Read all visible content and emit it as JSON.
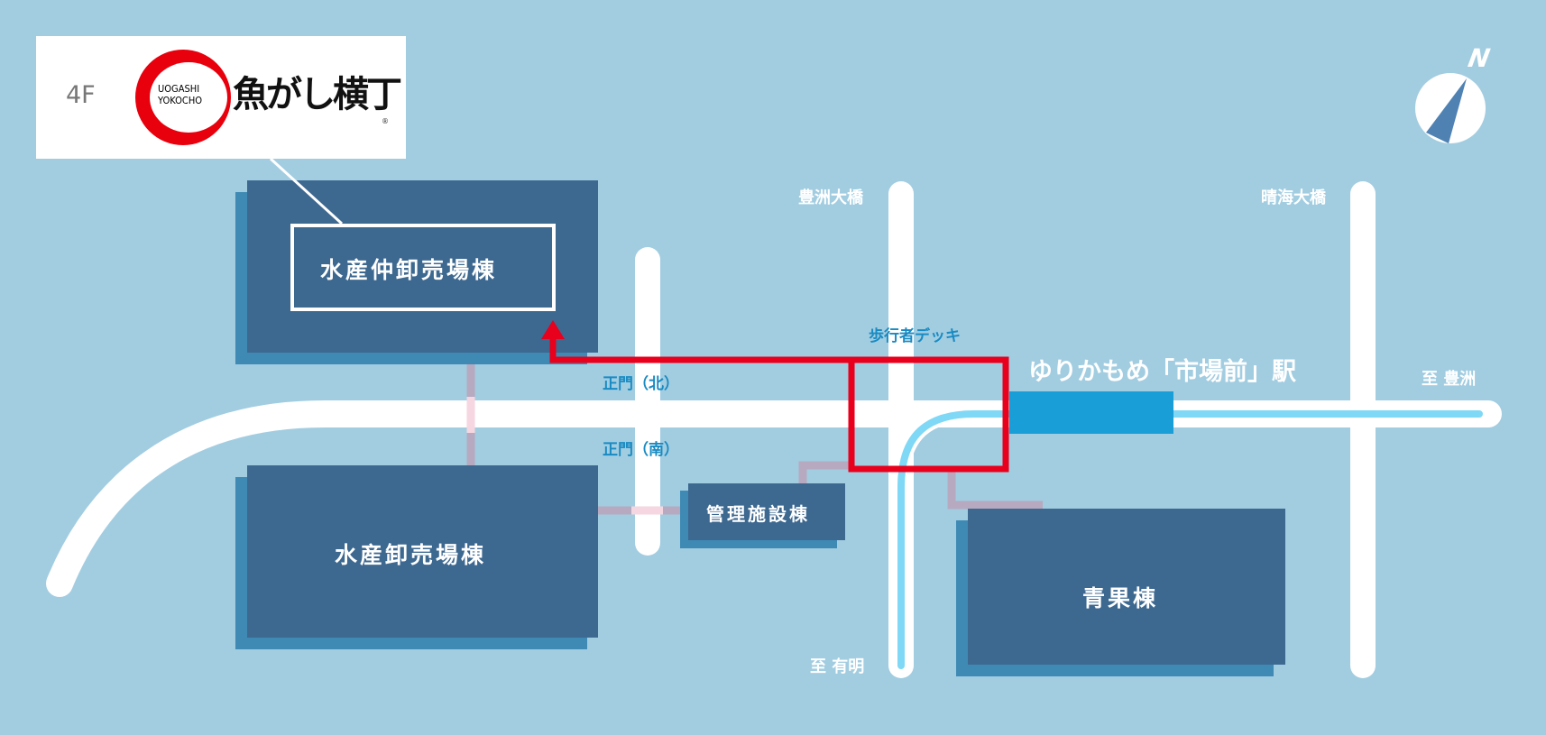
{
  "logo": {
    "floor": "4F",
    "brand_en": "UOGASHI YOKOCHO",
    "brand_jp": "魚がし横丁",
    "registered": "®"
  },
  "compass": {
    "north_label": "N"
  },
  "buildings": {
    "intermediate_wholesale": "水産仲卸売場棟",
    "wholesale": "水産卸売場棟",
    "management": "管理施設棟",
    "produce": "青果棟"
  },
  "labels": {
    "toyosu_bridge": "豊洲大橋",
    "harumi_bridge": "晴海大橋",
    "pedestrian_deck": "歩行者デッキ",
    "station": "ゆりかもめ「市場前」駅",
    "to_toyosu": "至 豊洲",
    "to_ariake": "至 有明",
    "main_gate_north": "正門（北）",
    "main_gate_south": "正門（南）"
  },
  "colors": {
    "background": "#a2cde1",
    "building": "#3d6890",
    "building_shadow": "#3e8ab5",
    "route": "#e8001c",
    "station": "#1a9ed8",
    "rail": "#7fd8f5",
    "connector": "#b7a9c0"
  }
}
